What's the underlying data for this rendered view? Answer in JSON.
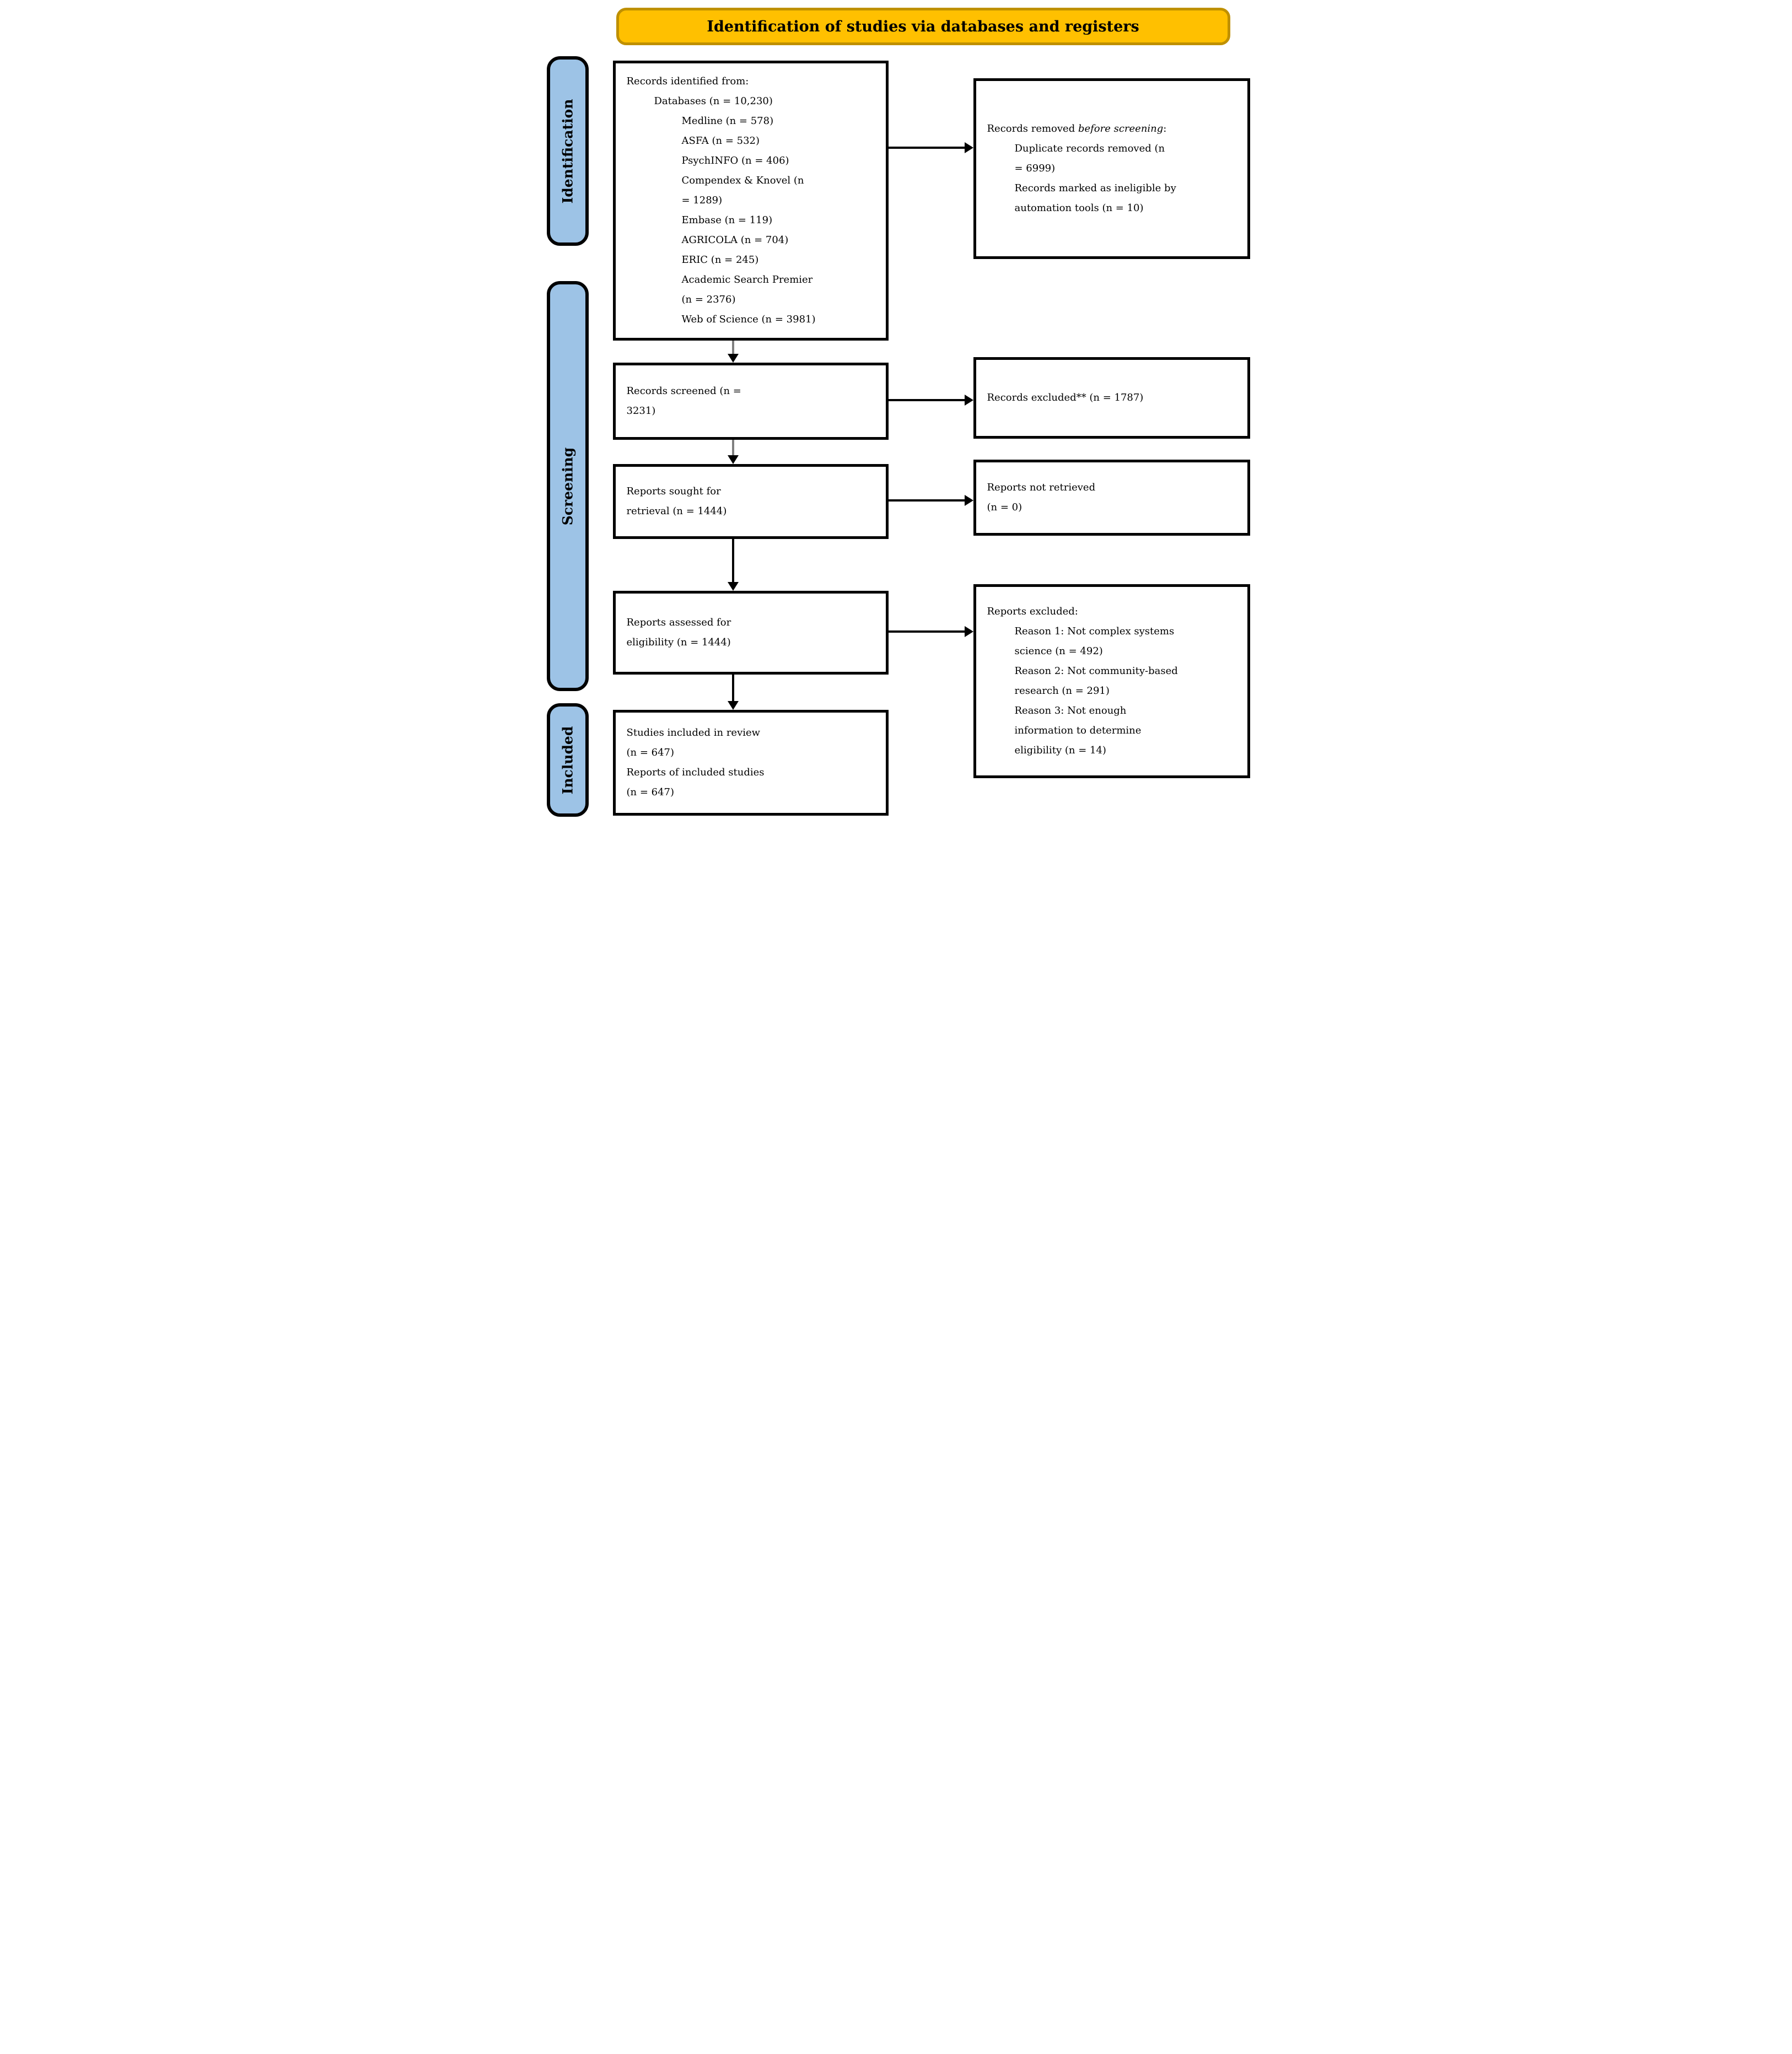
{
  "header": {
    "title": "Identification of studies via databases and registers"
  },
  "colors": {
    "banner_fill": "#FFC000",
    "banner_border": "#BF9000",
    "stage_label_fill": "#9DC3E6",
    "box_border": "#000000",
    "arrow_black": "#000000",
    "arrow_grey": "#808080",
    "text": "#000000"
  },
  "sidebar": {
    "items": [
      {
        "label": "Identification"
      },
      {
        "label": "Screening"
      },
      {
        "label": "Included"
      }
    ]
  },
  "boxes": {
    "identified": {
      "lines": [
        {
          "text": "Records identified from:",
          "indent": 0
        },
        {
          "text": "Databases (n = 10,230)",
          "indent": 1
        },
        {
          "text": "Medline (n = 578)",
          "indent": 2
        },
        {
          "text": "ASFA (n = 532)",
          "indent": 2
        },
        {
          "text": "PsychINFO (n = 406)",
          "indent": 2
        },
        {
          "text": "Compendex & Knovel (n",
          "indent": 2
        },
        {
          "text": "= 1289)",
          "indent": 2
        },
        {
          "text": "Embase (n = 119)",
          "indent": 2
        },
        {
          "text": "AGRICOLA (n = 704)",
          "indent": 2
        },
        {
          "text": "ERIC (n = 245)",
          "indent": 2
        },
        {
          "text": "Academic Search Premier",
          "indent": 2
        },
        {
          "text": "(n = 2376)",
          "indent": 2
        },
        {
          "text": "Web of Science (n = 3981)",
          "indent": 2
        }
      ]
    },
    "removed": {
      "lines": [
        {
          "text": "Records removed ",
          "em": "before screening",
          "after": ":",
          "indent": 0
        },
        {
          "text": "Duplicate records removed  (n",
          "indent": 1
        },
        {
          "text": "= 6999)",
          "indent": 1
        },
        {
          "text": "Records marked as ineligible by",
          "indent": 1
        },
        {
          "text": "automation tools (n = 10)",
          "indent": 1
        }
      ]
    },
    "screened": {
      "lines": [
        {
          "text": "Records screened (n =",
          "indent": 0
        },
        {
          "text": "3231)",
          "indent": 0
        }
      ]
    },
    "excluded": {
      "lines": [
        {
          "text": "Records excluded** (n = 1787)",
          "indent": 0
        }
      ]
    },
    "sought": {
      "lines": [
        {
          "text": "Reports sought for",
          "indent": 0
        },
        {
          "text": "retrieval (n = 1444)",
          "indent": 0
        }
      ]
    },
    "not_retrieved": {
      "lines": [
        {
          "text": "Reports not retrieved",
          "indent": 0
        },
        {
          "text": "(n = 0)",
          "indent": 0
        }
      ]
    },
    "assessed": {
      "lines": [
        {
          "text": "Reports assessed for",
          "indent": 0
        },
        {
          "text": "eligibility (n = 1444)",
          "indent": 0
        }
      ]
    },
    "reports_excluded": {
      "lines": [
        {
          "text": "Reports excluded:",
          "indent": 0
        },
        {
          "text": "Reason 1: Not complex systems",
          "indent": 1
        },
        {
          "text": "science (n = 492)",
          "indent": 1
        },
        {
          "text": "Reason 2: Not community-based",
          "indent": 1
        },
        {
          "text": "research (n = 291)",
          "indent": 1
        },
        {
          "text": "Reason 3: Not enough",
          "indent": 1
        },
        {
          "text": "information to determine",
          "indent": 1
        },
        {
          "text": "eligibility (n = 14)",
          "indent": 1
        }
      ]
    },
    "included": {
      "lines": [
        {
          "text": "Studies included in review",
          "indent": 0
        },
        {
          "text": "(n = 647)",
          "indent": 0
        },
        {
          "text": "Reports of included studies",
          "indent": 0
        },
        {
          "text": "(n = 647)",
          "indent": 0
        }
      ]
    }
  }
}
